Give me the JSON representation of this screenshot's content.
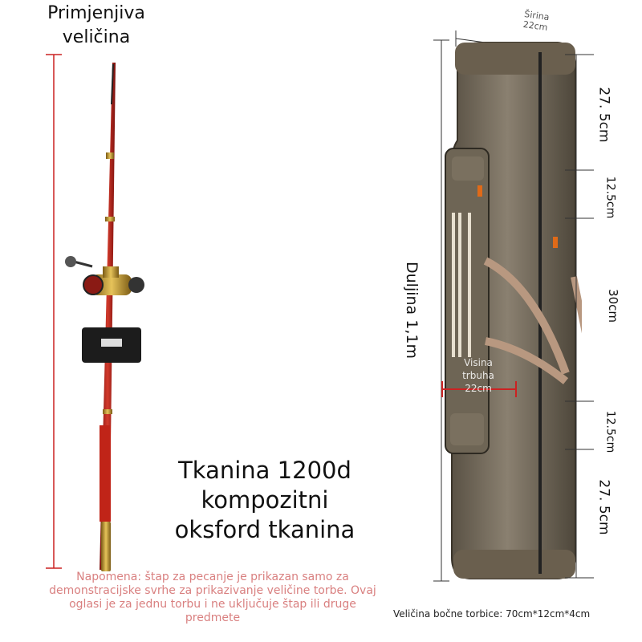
{
  "rod_label": "Primjenjiva veličina",
  "material_text": "Tkanina 1200d kompozitni oksford tkanina",
  "note_text": "Napomena: štap za pecanje je prikazan samo za demonstracijske svrhe za prikazivanje veličine torbe. Ovaj oglasi je za jednu torbu i ne uključuje štap ili druge predmete",
  "dimensions": {
    "width": "Širina 22cm",
    "length": "Duljina 1,1m",
    "segment_top": "27. 5cm",
    "segment_upper_mid": "12.5cm",
    "segment_middle": "30cm",
    "segment_lower_mid": "12.5cm",
    "segment_bottom": "27. 5cm",
    "belly_height": "Visina trbuha 22cm",
    "side_pocket_size": "Veličina bočne torbice: 70cm*12cm*4cm"
  },
  "colors": {
    "bag": "#6f6656",
    "rod": "#b0201c",
    "handle": "#b89880",
    "note": "#d98080",
    "guide_line": "#cc2222"
  }
}
